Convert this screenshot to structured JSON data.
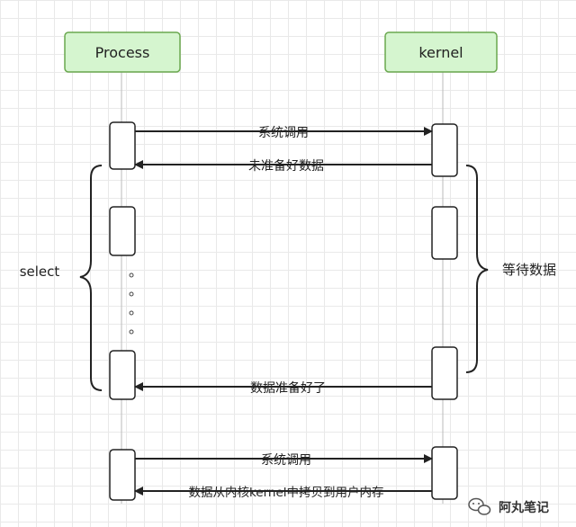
{
  "actors": {
    "process": "Process",
    "kernel": "kernel"
  },
  "messages": {
    "syscall_1": "系统调用",
    "not_ready": "未准备好数据",
    "data_ready": "数据准备好了",
    "syscall_2": "系统调用",
    "copy_data": "数据从内核kernel中拷贝到用户内存"
  },
  "labels": {
    "select": "select",
    "wait_data": "等待数据"
  },
  "watermark": {
    "text": "阿丸笔记",
    "icon": "wechat-icon"
  },
  "colors": {
    "actor_fill": "#d5f5cf",
    "actor_stroke": "#6aa84f",
    "line": "#222222",
    "lifeline": "#bbbbbb",
    "watermark_icon": "#555555"
  }
}
